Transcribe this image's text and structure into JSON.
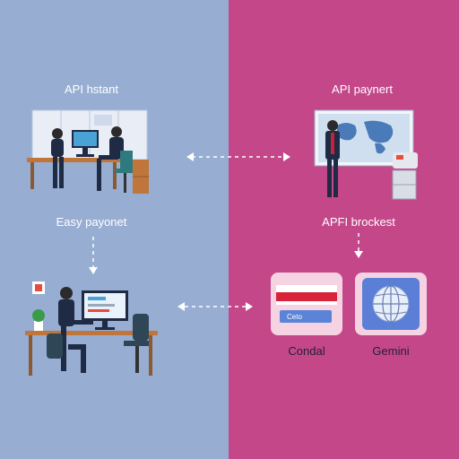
{
  "colors": {
    "left_bg": "#97aed2",
    "right_bg": "#c4478a",
    "card_bg": "#f5d3e3",
    "suit": "#1f2a44",
    "screen": "#4aa3d6"
  },
  "labels": {
    "top_left": "API hstant",
    "top_right": "API paynert",
    "mid_left": "Easy payonet",
    "mid_right": "APFI brockest",
    "card_left": "Condal",
    "card_right": "Gemini",
    "card_left_badge": "Ceto"
  },
  "icons": {
    "office_scene": "office-meeting-icon",
    "presenter_scene": "presenter-map-icon",
    "desk_scene": "desk-worker-icon",
    "card_icon": "credit-card-icon",
    "globe_icon": "globe-icon"
  }
}
